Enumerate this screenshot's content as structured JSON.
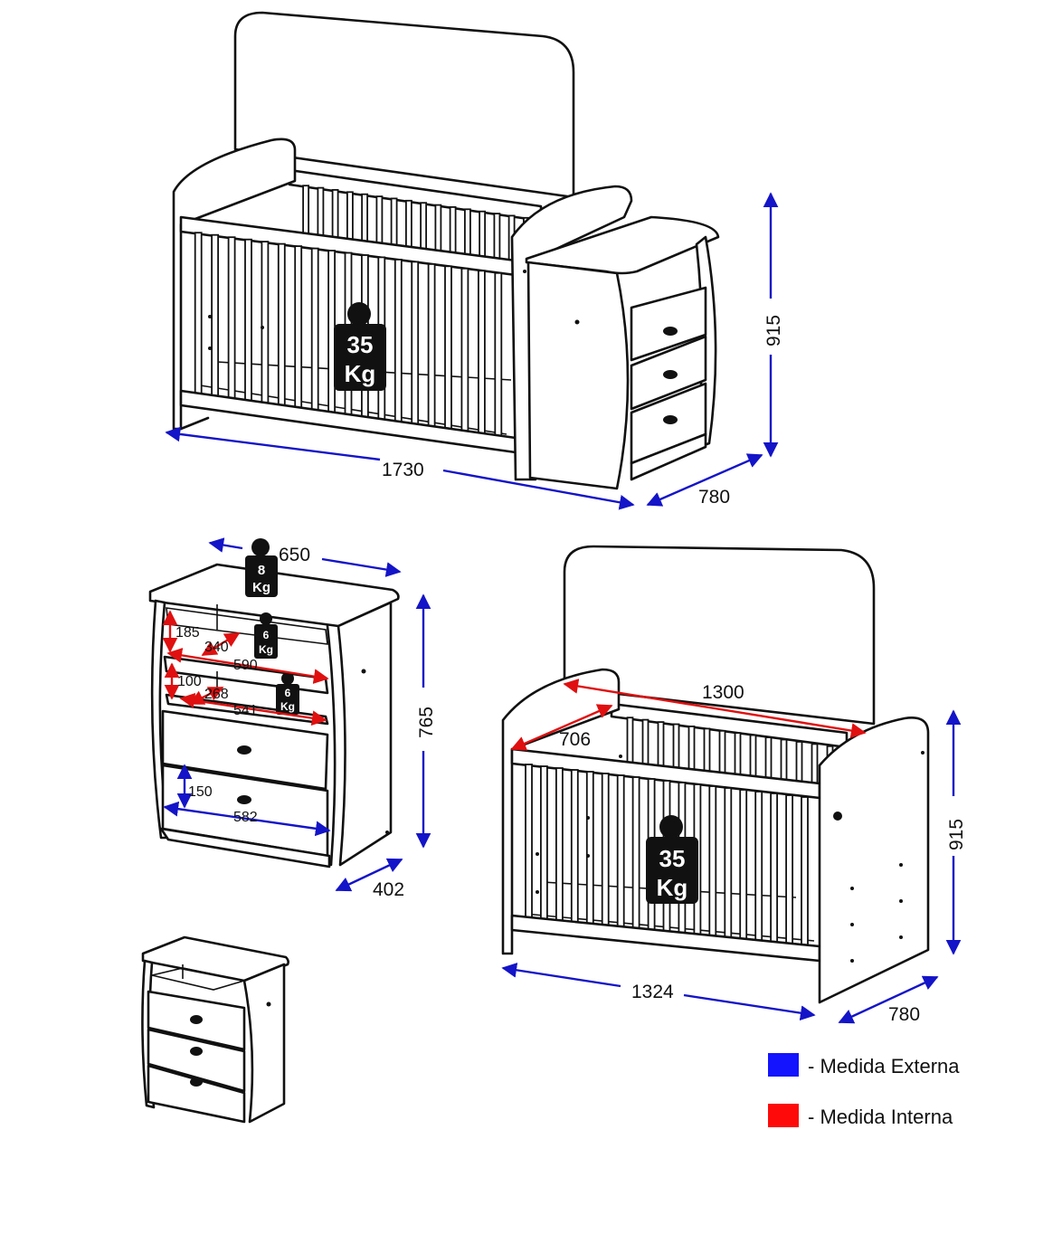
{
  "crib_combo": {
    "width": "1730",
    "depth": "780",
    "height": "915",
    "weight": {
      "value": "35",
      "unit": "Kg"
    }
  },
  "dresser": {
    "width": "650",
    "height": "765",
    "depth": "402",
    "top_weight": {
      "value": "8",
      "unit": "Kg"
    },
    "shelf1_weight": {
      "value": "6",
      "unit": "Kg"
    },
    "shelf2_weight": {
      "value": "6",
      "unit": "Kg"
    },
    "shelf1_height": "185",
    "shelf1_depth": "340",
    "shelf1_width": "590",
    "shelf2_height": "100",
    "shelf2_depth": "268",
    "shelf2_width": "541",
    "drawer_height": "150",
    "drawer_width": "582"
  },
  "crib": {
    "inner_length": "1300",
    "inner_width": "706",
    "height": "915",
    "width": "1324",
    "depth": "780",
    "weight": {
      "value": "35",
      "unit": "Kg"
    }
  },
  "legend": {
    "external": {
      "label": "- Medida Externa",
      "color": "#1414ff"
    },
    "internal": {
      "label": "- Medida Interna",
      "color": "#ff0a0a"
    }
  }
}
